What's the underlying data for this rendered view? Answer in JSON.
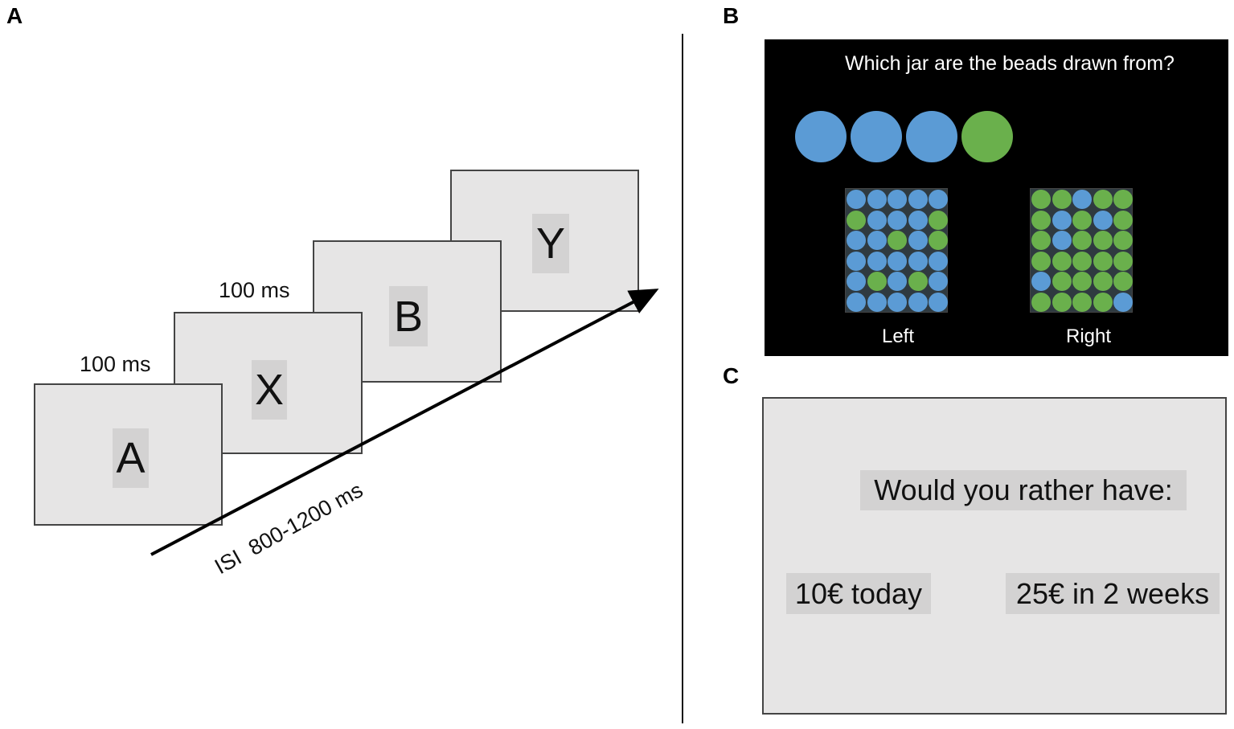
{
  "panels": {
    "a": {
      "label": "A",
      "frames": [
        {
          "letter": "A"
        },
        {
          "letter": "X"
        },
        {
          "letter": "B"
        },
        {
          "letter": "Y"
        }
      ],
      "durations": [
        "100 ms",
        "100 ms"
      ],
      "isi": "ISI  800-1200 ms"
    },
    "b": {
      "label": "B",
      "question": "Which jar are the beads drawn from?",
      "drawn_beads": [
        "blue",
        "blue",
        "blue",
        "green"
      ],
      "colors": {
        "blue": "#5b9bd5",
        "green": "#6ab04c"
      },
      "jars": [
        {
          "label": "Left",
          "grid": [
            [
              "blue",
              "blue",
              "blue",
              "blue",
              "blue"
            ],
            [
              "green",
              "blue",
              "blue",
              "blue",
              "green"
            ],
            [
              "blue",
              "blue",
              "green",
              "blue",
              "green"
            ],
            [
              "blue",
              "blue",
              "blue",
              "blue",
              "blue"
            ],
            [
              "blue",
              "green",
              "blue",
              "green",
              "blue"
            ],
            [
              "blue",
              "blue",
              "blue",
              "blue",
              "blue"
            ]
          ]
        },
        {
          "label": "Right",
          "grid": [
            [
              "green",
              "green",
              "blue",
              "green",
              "green"
            ],
            [
              "green",
              "blue",
              "green",
              "blue",
              "green"
            ],
            [
              "green",
              "blue",
              "green",
              "green",
              "green"
            ],
            [
              "green",
              "green",
              "green",
              "green",
              "green"
            ],
            [
              "blue",
              "green",
              "green",
              "green",
              "green"
            ],
            [
              "green",
              "green",
              "green",
              "green",
              "blue"
            ]
          ]
        }
      ]
    },
    "c": {
      "label": "C",
      "question": "Would you rather have:",
      "option_left": "10€ today",
      "option_right": "25€ in 2 weeks"
    }
  }
}
